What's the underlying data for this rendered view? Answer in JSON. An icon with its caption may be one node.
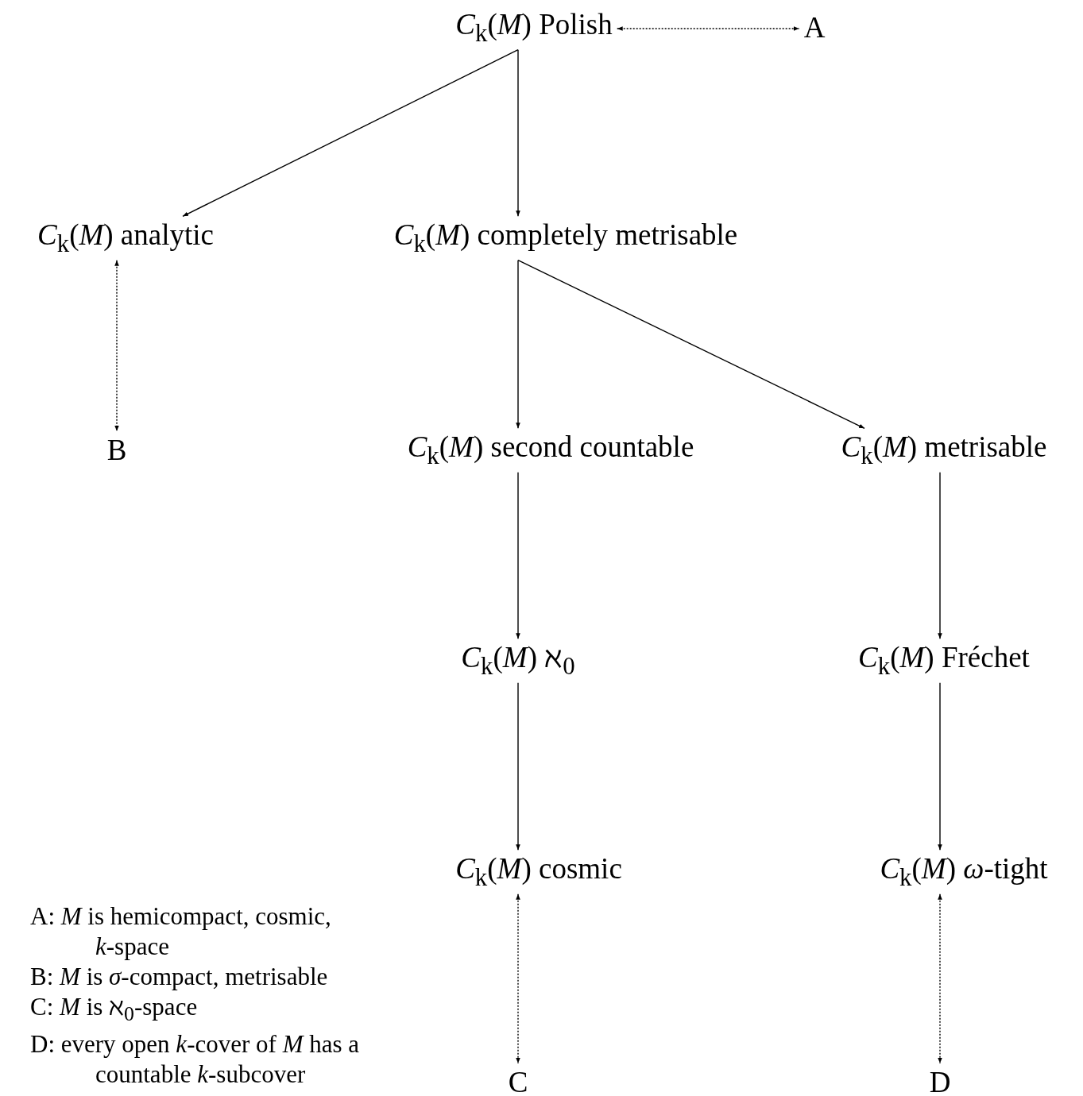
{
  "diagram": {
    "nodes": [
      {
        "text": [
          "*C*$_{k}$(*M*) Polish"
        ]
      },
      {
        "text": [
          "A"
        ]
      },
      {
        "text": [
          "*C*$_{k}$(*M*) analytic"
        ]
      },
      {
        "text": [
          "*C*$_{k}$(*M*) completely metrisable"
        ]
      },
      {
        "text": [
          "B"
        ]
      },
      {
        "text": [
          "*C*$_{k}$(*M*) second countable"
        ]
      },
      {
        "text": [
          "*C*$_{k}$(*M*) metrisable"
        ]
      },
      {
        "text": [
          "*C*$_{k}$(*M*) ℵ$_{0}$"
        ]
      },
      {
        "text": [
          "*C*$_{k}$(*M*) Fréchet"
        ]
      },
      {
        "text": [
          "*C*$_{k}$(*M*) cosmic"
        ]
      },
      {
        "text": [
          "*C*$_{k}$(*M*) *ω*-tight"
        ]
      },
      {
        "text": [
          "C"
        ]
      },
      {
        "text": [
          "D"
        ]
      }
    ],
    "edges": [
      {
        "from": 0,
        "to": 1,
        "arrow": "both",
        "style": "dashed"
      },
      {
        "from": 0,
        "to": 2,
        "arrow": "to"
      },
      {
        "from": 0,
        "to": 3,
        "arrow": "to"
      },
      {
        "from": 2,
        "to": 4,
        "arrow": "both",
        "style": "dashed"
      },
      {
        "from": 3,
        "to": 5,
        "arrow": "to"
      },
      {
        "from": 3,
        "to": 6,
        "arrow": "to"
      },
      {
        "from": 5,
        "to": 7,
        "arrow": "to"
      },
      {
        "from": 6,
        "to": 8,
        "arrow": "to"
      },
      {
        "from": 7,
        "to": 9,
        "arrow": "to"
      },
      {
        "from": 8,
        "to": 10,
        "arrow": "to"
      },
      {
        "from": 9,
        "to": 11,
        "arrow": "both",
        "style": "dashed"
      },
      {
        "from": 10,
        "to": 12,
        "arrow": "both",
        "style": "dashed"
      }
    ],
    "labels": [
      "A: *M* is hemicompact, cosmic, *k*-space",
      "B: *M* is *σ*-compact, metrisable",
      "C: *M* is ℵ$_{0}$-space",
      "D: every open *k*-cover of *M* has a countable *k*-subcover"
    ]
  }
}
